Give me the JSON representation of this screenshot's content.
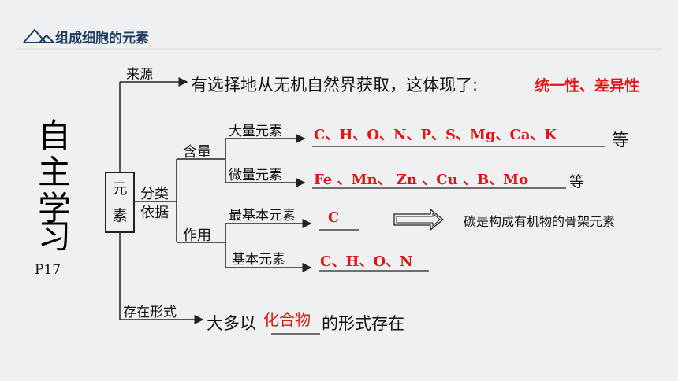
{
  "header": {
    "title": "组成细胞的元素"
  },
  "side": {
    "c1": "自",
    "c2": "主",
    "c3": "学",
    "c4": "习",
    "page": "P17"
  },
  "box": {
    "line1": "元",
    "line2": "素"
  },
  "source": {
    "label": "来源",
    "text": "有选择地从无机自然界获取，这体现了:",
    "answer": "统一性、差异性"
  },
  "classify": {
    "label1": "分类",
    "label2": "依据",
    "content": {
      "label": "含量",
      "macro": {
        "label": "大量元素",
        "answer": "C、H、O、N、P、S、Mg、Ca、K",
        "suffix": "等"
      },
      "micro": {
        "label": "微量元素",
        "answer": "Fe 、Mn、 Zn 、Cu 、B、Mo",
        "suffix": "等"
      }
    },
    "role": {
      "label": "作用",
      "most_basic": {
        "label": "最基本元素",
        "answer": "C",
        "note": "碳是构成有机物的骨架元素"
      },
      "basic": {
        "label": "基本元素",
        "answer": "C、H、O、N"
      }
    }
  },
  "existence": {
    "label": "存在形式",
    "prefix": "大多以",
    "answer": "化合物",
    "suffix": "的形式存在"
  },
  "colors": {
    "accent": "#1d3d5e",
    "answer": "#e01616",
    "background": "#eff0f2"
  }
}
